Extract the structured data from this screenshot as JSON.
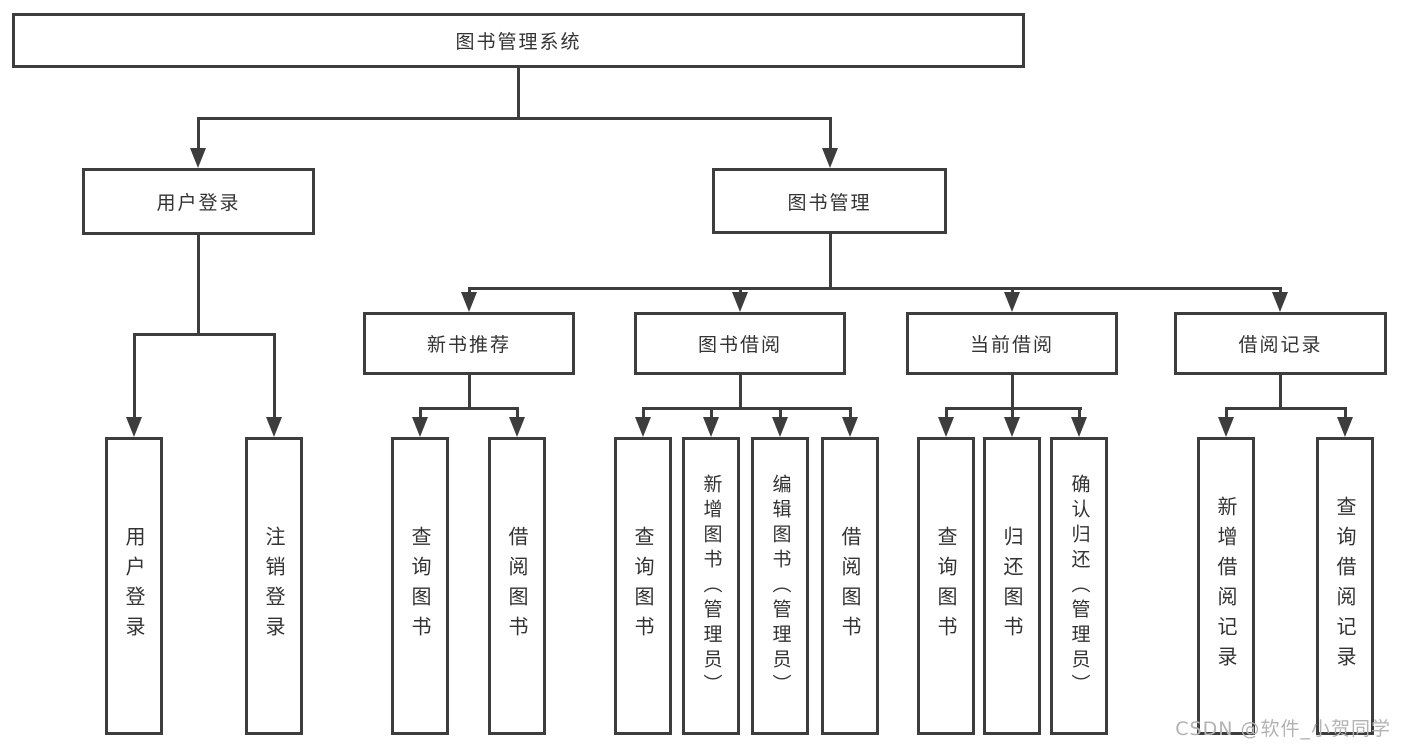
{
  "nodes": {
    "root": {
      "label": "图书管理系统"
    },
    "level2": [
      {
        "label": "用户登录"
      },
      {
        "label": "图书管理"
      }
    ],
    "level3": [
      {
        "label": "新书推荐",
        "parent": "图书管理"
      },
      {
        "label": "图书借阅",
        "parent": "图书管理"
      },
      {
        "label": "当前借阅",
        "parent": "图书管理"
      },
      {
        "label": "借阅记录",
        "parent": "图书管理"
      }
    ],
    "leaves": [
      {
        "label": "用户登录",
        "parent": "用户登录"
      },
      {
        "label": "注销登录",
        "parent": "用户登录"
      },
      {
        "label": "查询图书",
        "parent": "新书推荐"
      },
      {
        "label": "借阅图书",
        "parent": "新书推荐"
      },
      {
        "label": "查询图书",
        "parent": "图书借阅"
      },
      {
        "label": "新增图书（管理员）",
        "parent": "图书借阅"
      },
      {
        "label": "编辑图书（管理员）",
        "parent": "图书借阅"
      },
      {
        "label": "借阅图书",
        "parent": "图书借阅"
      },
      {
        "label": "查询图书",
        "parent": "当前借阅"
      },
      {
        "label": "归还图书",
        "parent": "当前借阅"
      },
      {
        "label": "确认归还（管理员）",
        "parent": "当前借阅"
      },
      {
        "label": "新增借阅记录",
        "parent": "借阅记录"
      },
      {
        "label": "查询借阅记录",
        "parent": "借阅记录"
      }
    ]
  },
  "watermark": {
    "text": "CSDN @软件_小贺同学"
  },
  "colors": {
    "line": "#3d3d3d",
    "text": "#333333",
    "background": "#ffffff",
    "watermark": "#b3b3b3"
  }
}
